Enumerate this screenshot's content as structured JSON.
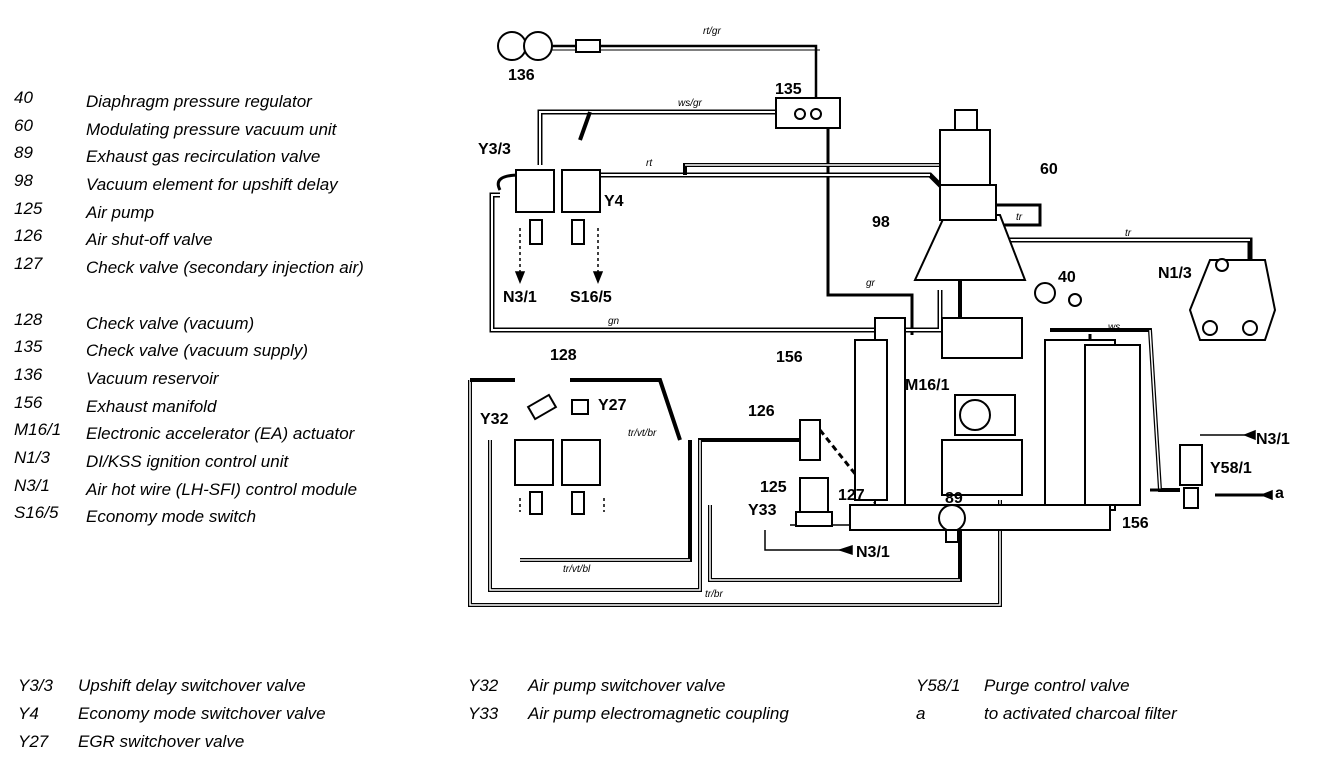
{
  "legend": [
    {
      "code": "40",
      "desc": "Diaphragm pressure regulator"
    },
    {
      "code": "60",
      "desc": "Modulating pressure vacuum unit"
    },
    {
      "code": "89",
      "desc": "Exhaust gas recirculation valve"
    },
    {
      "code": "98",
      "desc": "Vacuum element for upshift delay"
    },
    {
      "code": "125",
      "desc": "Air pump"
    },
    {
      "code": "126",
      "desc": "Air shut-off valve"
    },
    {
      "code": "127",
      "desc": "Check valve (secondary injection air)"
    },
    {
      "code": "128",
      "desc": "Check valve (vacuum)"
    },
    {
      "code": "135",
      "desc": "Check valve (vacuum supply)"
    },
    {
      "code": "136",
      "desc": "Vacuum reservoir"
    },
    {
      "code": "156",
      "desc": "Exhaust manifold"
    },
    {
      "code": "M16/1",
      "desc": "Electronic accelerator (EA) actuator"
    },
    {
      "code": "N1/3",
      "desc": "DI/KSS ignition control unit"
    },
    {
      "code": "N3/1",
      "desc": "Air hot wire (LH-SFI) control module"
    },
    {
      "code": "S16/5",
      "desc": "Economy mode switch"
    }
  ],
  "bottom_legend": {
    "col1": [
      {
        "code": "Y3/3",
        "desc": "Upshift delay switchover valve"
      },
      {
        "code": "Y4",
        "desc": "Economy mode switchover valve"
      },
      {
        "code": "Y27",
        "desc": "EGR switchover valve"
      }
    ],
    "col2": [
      {
        "code": "Y32",
        "desc": "Air pump switchover valve"
      },
      {
        "code": "Y33",
        "desc": "Air pump electromagnetic coupling"
      }
    ],
    "col3": [
      {
        "code": "Y58/1",
        "desc": "Purge control valve"
      },
      {
        "code": "a",
        "desc": "to activated charcoal filter"
      }
    ]
  },
  "diagram_labels": {
    "l136": "136",
    "l135": "135",
    "ly33a": "Y3/3",
    "ly4": "Y4",
    "ln31a": "N3/1",
    "ls165": "S16/5",
    "l98": "98",
    "l60": "60",
    "ln13": "N1/3",
    "l40": "40",
    "l156a": "156",
    "lm161": "M16/1",
    "l128": "128",
    "ly32": "Y32",
    "ly27": "Y27",
    "l126": "126",
    "l125": "125",
    "ly33": "Y33",
    "l127": "127",
    "l89": "89",
    "ln31b": "N3/1",
    "l156b": "156",
    "ln31c": "N3/1",
    "ly581": "Y58/1",
    "la": "a"
  },
  "wire_labels": {
    "w1": "rt/gr",
    "w2": "ws/gr",
    "w3": "rt",
    "w4": "gn",
    "w5": "gr",
    "w6": "tr",
    "w7": "tr",
    "w8": "ws",
    "w9": "tr/vt/br",
    "w10": "tr/vt/bl",
    "w11": "tr/br"
  }
}
